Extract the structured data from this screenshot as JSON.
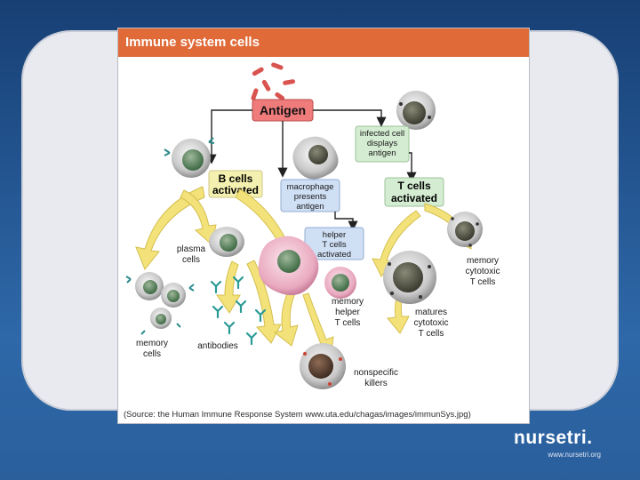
{
  "figure": {
    "title": "Immune system cells",
    "source": "(Source: the Human Immune Response System www.uta.edu/chagas/images/immunSys.jpg)",
    "labels": {
      "antigen": "Antigen",
      "infected_1": "infected cell",
      "infected_2": "displays",
      "infected_3": "antigen",
      "bcells_1": "B cells",
      "bcells_2": "activated",
      "macro_1": "macrophage",
      "macro_2": "presents",
      "macro_3": "antigen",
      "tcells_1": "T cells",
      "tcells_2": "activated",
      "helper_1": "helper",
      "helper_2": "T cells",
      "helper_3": "activated",
      "plasma_1": "plasma",
      "plasma_2": "cells",
      "memcyto_1": "memory",
      "memcyto_2": "cytotoxic",
      "memcyto_3": "T cells",
      "memhelper_1": "memory",
      "memhelper_2": "helper",
      "memhelper_3": "T cells",
      "matures_1": "matures",
      "matures_2": "cytotoxic",
      "matures_3": "T cells",
      "memory_1": "memory",
      "memory_2": "cells",
      "antibodies": "antibodies",
      "nonspec_1": "nonspecific",
      "nonspec_2": "killers"
    }
  },
  "brand": {
    "name": "nursetri",
    "dot": ".",
    "url": "www.nursetri.org"
  },
  "colors": {
    "header": "#e06a38",
    "antigen_box": "#ef7b7b",
    "b_box": "#f4f0b0",
    "macro_box": "#cfdff4",
    "t_box": "#d4ecd2",
    "arrow_yellow": "#f3e27a",
    "slide_bg": "#23548f"
  }
}
